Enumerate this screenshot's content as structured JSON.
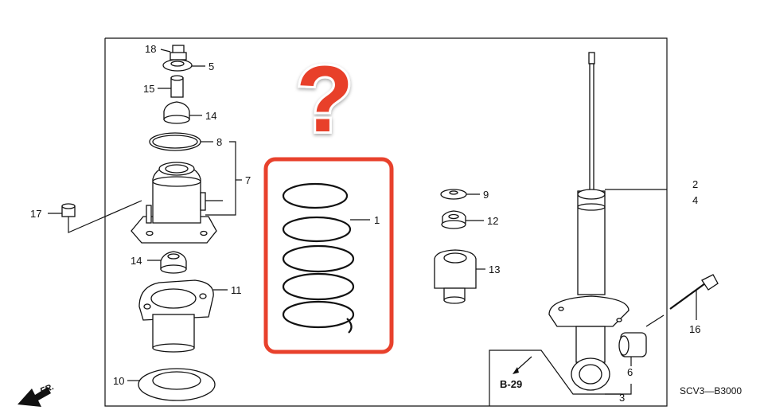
{
  "diagram": {
    "callouts": [
      "18",
      "5",
      "15",
      "14",
      "8",
      "7",
      "17",
      "14",
      "11",
      "10",
      "1",
      "9",
      "12",
      "13",
      "2",
      "4",
      "16",
      "6",
      "3"
    ],
    "reference": "B-29",
    "part_code": "SCV3—B3000",
    "front_mark": "FR.",
    "question_mark": "?",
    "highlight_color": "#e8412c",
    "question_color": "#e8412c"
  }
}
